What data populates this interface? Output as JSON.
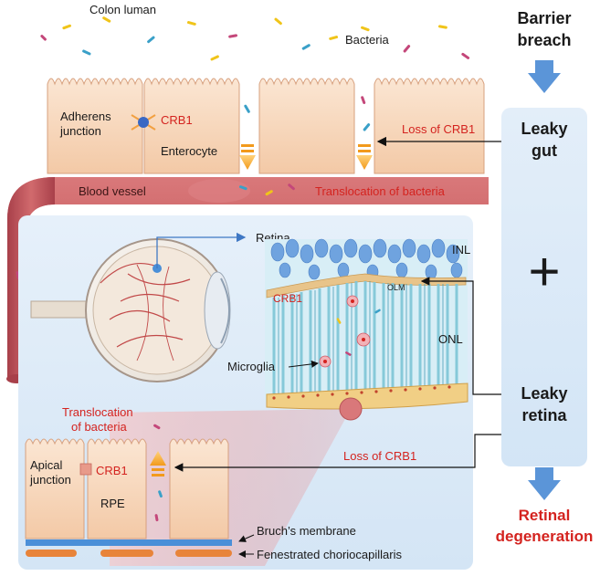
{
  "labels": {
    "colon_lumen": "Colon luman",
    "bacteria": "Bacteria",
    "adherens_line1": "Adherens",
    "adherens_line2": "junction",
    "crb1_gut": "CRB1",
    "enterocyte": "Enterocyte",
    "loss_crb1_gut": "Loss of CRB1",
    "blood_vessel": "Blood vessel",
    "translocation_gut": "Translocation of bacteria",
    "retina": "Retina",
    "inl": "INL",
    "olm": "OLM",
    "crb1_retina": "CRB1",
    "onl": "ONL",
    "microglia": "Microglia",
    "translocation_rpe_line1": "Translocation",
    "translocation_rpe_line2": "of bacteria",
    "apical_line1": "Apical",
    "apical_line2": "junction",
    "crb1_rpe": "CRB1",
    "rpe": "RPE",
    "loss_crb1_rpe": "Loss of CRB1",
    "bruch": "Bruch’s membrane",
    "choriocapillaris": "Fenestrated choriocapillaris"
  },
  "side_panel": {
    "barrier_line1": "Barrier",
    "barrier_line2": "breach",
    "leaky_gut_line1": "Leaky",
    "leaky_gut_line2": "gut",
    "plus": "+",
    "leaky_retina_line1": "Leaky",
    "leaky_retina_line2": "retina",
    "degeneration_line1": "Retinal",
    "degeneration_line2": "degeneration"
  },
  "colors": {
    "panel_bg": "#dcebf8",
    "arrow_blue": "#5b95d8",
    "accent_red": "#d4231f",
    "cell_fill": "#f8dcc4",
    "vessel": "#c5595b"
  }
}
